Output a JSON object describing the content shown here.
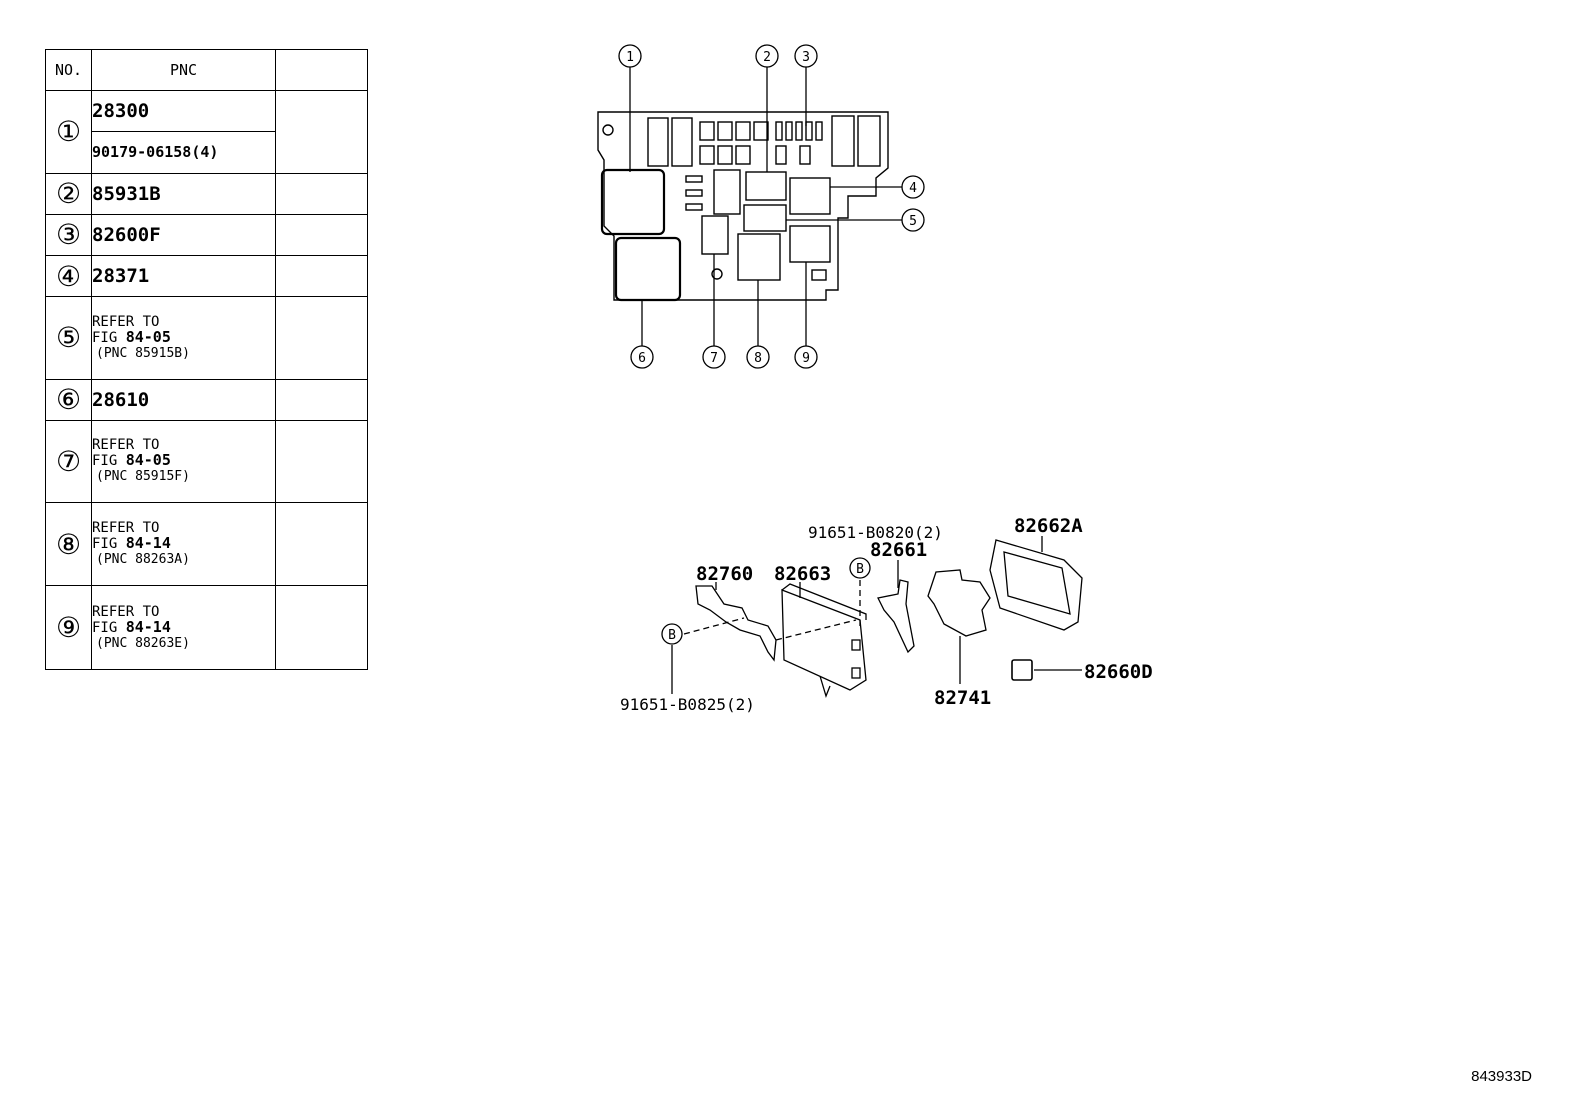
{
  "table": {
    "header": {
      "no": "NO.",
      "pnc": "PNC",
      "extra": ""
    },
    "rows": [
      {
        "no": "①",
        "lines": [
          "28300",
          "90179-06158(4)"
        ]
      },
      {
        "no": "②",
        "lines": [
          "85931B"
        ]
      },
      {
        "no": "③",
        "lines": [
          "82600F"
        ]
      },
      {
        "no": "④",
        "lines": [
          "28371"
        ]
      },
      {
        "no": "⑤",
        "refer": "REFER TO",
        "fig_prefix": "FIG ",
        "fig": "84-05",
        "pnc_ref": "(PNC 85915B)"
      },
      {
        "no": "⑥",
        "lines": [
          "28610"
        ]
      },
      {
        "no": "⑦",
        "refer": "REFER TO",
        "fig_prefix": "FIG ",
        "fig": "84-05",
        "pnc_ref": "(PNC 85915F)"
      },
      {
        "no": "⑧",
        "refer": "REFER TO",
        "fig_prefix": "FIG ",
        "fig": "84-14",
        "pnc_ref": "(PNC 88263A)"
      },
      {
        "no": "⑨",
        "refer": "REFER TO",
        "fig_prefix": "FIG ",
        "fig": "84-14",
        "pnc_ref": "(PNC 88263E)"
      }
    ]
  },
  "relay_box": {
    "callouts": [
      "1",
      "2",
      "3",
      "4",
      "5",
      "6",
      "7",
      "8",
      "9"
    ]
  },
  "assembly": {
    "labels": {
      "p82760": "82760",
      "p82663": "82663",
      "p82661": "82661",
      "p82662a": "82662A",
      "p82741": "82741",
      "p82660d": "82660D",
      "bolt_upper": "91651-B0820(2)",
      "bolt_lower": "91651-B0825(2)",
      "ref_b": "B"
    }
  },
  "diagram_code": "843933D"
}
